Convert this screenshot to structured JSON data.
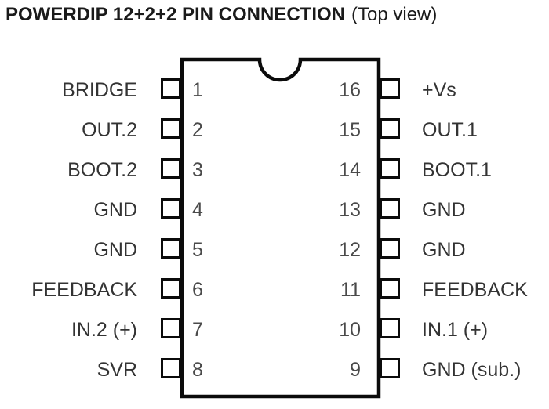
{
  "title": {
    "main": "POWERDIP 12+2+2 PIN CONNECTION",
    "view_note": "(Top view)"
  },
  "colors": {
    "ink": "#0b0b0b",
    "label_text": "#333333",
    "number_text": "#4a4a4a",
    "background": "#ffffff"
  },
  "pins": {
    "left": [
      {
        "number": "1",
        "label": "BRIDGE"
      },
      {
        "number": "2",
        "label": "OUT.2"
      },
      {
        "number": "3",
        "label": "BOOT.2"
      },
      {
        "number": "4",
        "label": "GND"
      },
      {
        "number": "5",
        "label": "GND"
      },
      {
        "number": "6",
        "label": "FEEDBACK"
      },
      {
        "number": "7",
        "label": "IN.2 (+)"
      },
      {
        "number": "8",
        "label": "SVR"
      }
    ],
    "right": [
      {
        "number": "16",
        "label": "+Vs"
      },
      {
        "number": "15",
        "label": "OUT.1"
      },
      {
        "number": "14",
        "label": "BOOT.1"
      },
      {
        "number": "13",
        "label": "GND"
      },
      {
        "number": "12",
        "label": "GND"
      },
      {
        "number": "11",
        "label": "FEEDBACK"
      },
      {
        "number": "10",
        "label": "IN.1 (+)"
      },
      {
        "number": "9",
        "label": "GND (sub.)"
      }
    ]
  }
}
